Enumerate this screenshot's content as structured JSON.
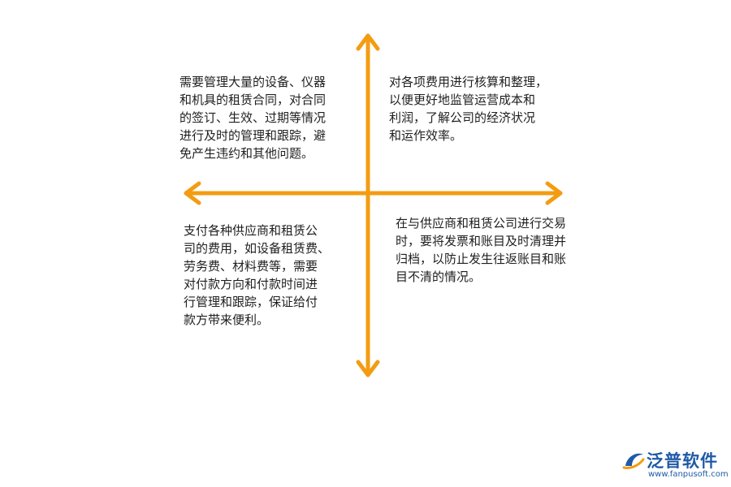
{
  "colors": {
    "axis": "#f39c12",
    "text": "#1f1f1f",
    "brand": "#1f5aa6"
  },
  "quadrants": {
    "top_left": "需要管理大量的设备、仪器\n和机具的租赁合同，对合同\n的签订、生效、过期等情况\n进行及时的管理和跟踪，避\n免产生违约和其他问题。",
    "top_right": "对各项费用进行核算和整理，\n以便更好地监管运营成本和\n利润，了解公司的经济状况\n和运作效率。",
    "bottom_left": "支付各种供应商和租赁公\n司的费用，如设备租赁费、\n劳务费、材料费等，需要\n对付款方向和付款时间进\n行管理和跟踪，保证给付\n款方带来便利。",
    "bottom_right": "在与供应商和租赁公司进行交易\n时，要将发票和账目及时清理并\n归档，以防止发生往返账目和账\n目不清的情况。"
  },
  "logo": {
    "name": "泛普软件",
    "url": "www.fanpusoft.com"
  }
}
